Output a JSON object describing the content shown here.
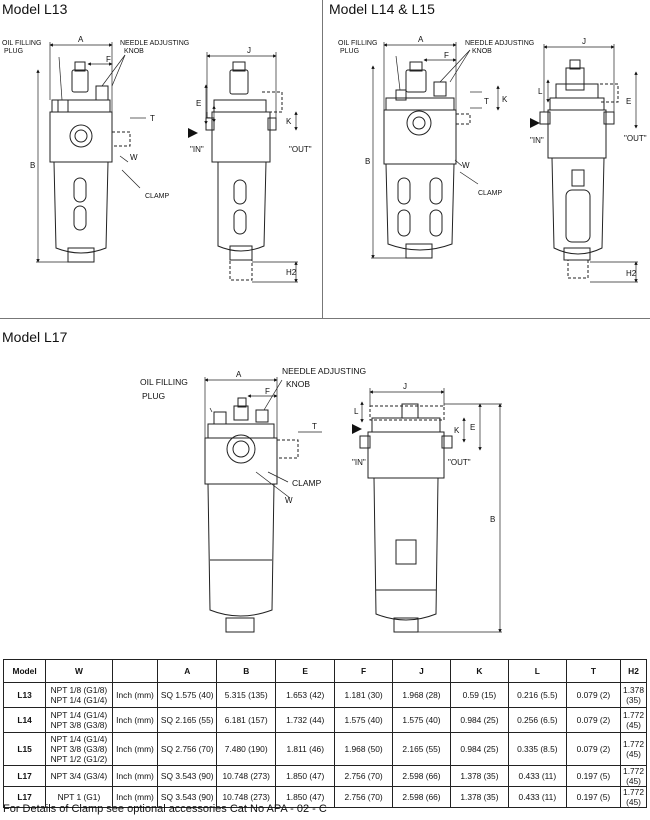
{
  "panels": {
    "l13_title": "Model  L13",
    "l14_title": "Model  L14  &  L15",
    "l17_title": "Model  L17"
  },
  "labels": {
    "oil_filling_plug": [
      "OIL FILLING",
      "PLUG"
    ],
    "needle_adjusting_knob": [
      "NEEDLE ADJUSTING",
      "KNOB"
    ],
    "clamp": "CLAMP",
    "in": "\"IN\"",
    "out": "\"OUT\"",
    "dim_a": "A",
    "dim_b": "B",
    "dim_e": "E",
    "dim_f": "F",
    "dim_j": "J",
    "dim_k": "K",
    "dim_l": "L",
    "dim_t": "T",
    "dim_w": "W",
    "dim_h2": "H2"
  },
  "table": {
    "headers": [
      "Model",
      "W",
      "",
      "A",
      "B",
      "E",
      "F",
      "J",
      "K",
      "L",
      "T",
      "H2"
    ],
    "rows": [
      {
        "model": "L13",
        "w": [
          "NPT 1/8 (G1/8)",
          "NPT 1/4 (G1/4)"
        ],
        "unit": "Inch (mm)",
        "a": "SQ 1.575 (40)",
        "b": "5.315 (135)",
        "e": "1.653 (42)",
        "f": "1.181 (30)",
        "j": "1.968 (28)",
        "k": "0.59 (15)",
        "l": "0.216 (5.5)",
        "t": "0.079 (2)",
        "h2": "1.378 (35)"
      },
      {
        "model": "L14",
        "w": [
          "NPT 1/4 (G1/4)",
          "NPT 3/8 (G3/8)"
        ],
        "unit": "Inch (mm)",
        "a": "SQ 2.165 (55)",
        "b": "6.181 (157)",
        "e": "1.732 (44)",
        "f": "1.575 (40)",
        "j": "1.575 (40)",
        "k": "0.984 (25)",
        "l": "0.256 (6.5)",
        "t": "0.079 (2)",
        "h2": "1.772 (45)"
      },
      {
        "model": "L15",
        "w": [
          "NPT 1/4 (G1/4)",
          "NPT 3/8 (G3/8)",
          "NPT 1/2 (G1/2)"
        ],
        "unit": "Inch (mm)",
        "a": "SQ 2.756 (70)",
        "b": "7.480 (190)",
        "e": "1.811 (46)",
        "f": "1.968 (50)",
        "j": "2.165 (55)",
        "k": "0.984 (25)",
        "l": "0.335 (8.5)",
        "t": "0.079 (2)",
        "h2": "1.772 (45)"
      },
      {
        "model": "L17",
        "w": [
          "NPT 3/4 (G3/4)"
        ],
        "unit": "Inch (mm)",
        "a": "SQ 3.543 (90)",
        "b": "10.748 (273)",
        "e": "1.850 (47)",
        "f": "2.756 (70)",
        "j": "2.598 (66)",
        "k": "1.378 (35)",
        "l": "0.433 (11)",
        "t": "0.197 (5)",
        "h2": "1.772 (45)"
      },
      {
        "model": "L17",
        "w": [
          "NPT 1 (G1)"
        ],
        "unit": "Inch (mm)",
        "a": "SQ 3.543 (90)",
        "b": "10.748 (273)",
        "e": "1.850 (47)",
        "f": "2.756 (70)",
        "j": "2.598 (66)",
        "k": "1.378 (35)",
        "l": "0.433 (11)",
        "t": "0.197 (5)",
        "h2": "1.772 (45)"
      }
    ]
  },
  "footnote": "For Details of Clamp see optional accessories Cat No APA - 02 - C"
}
